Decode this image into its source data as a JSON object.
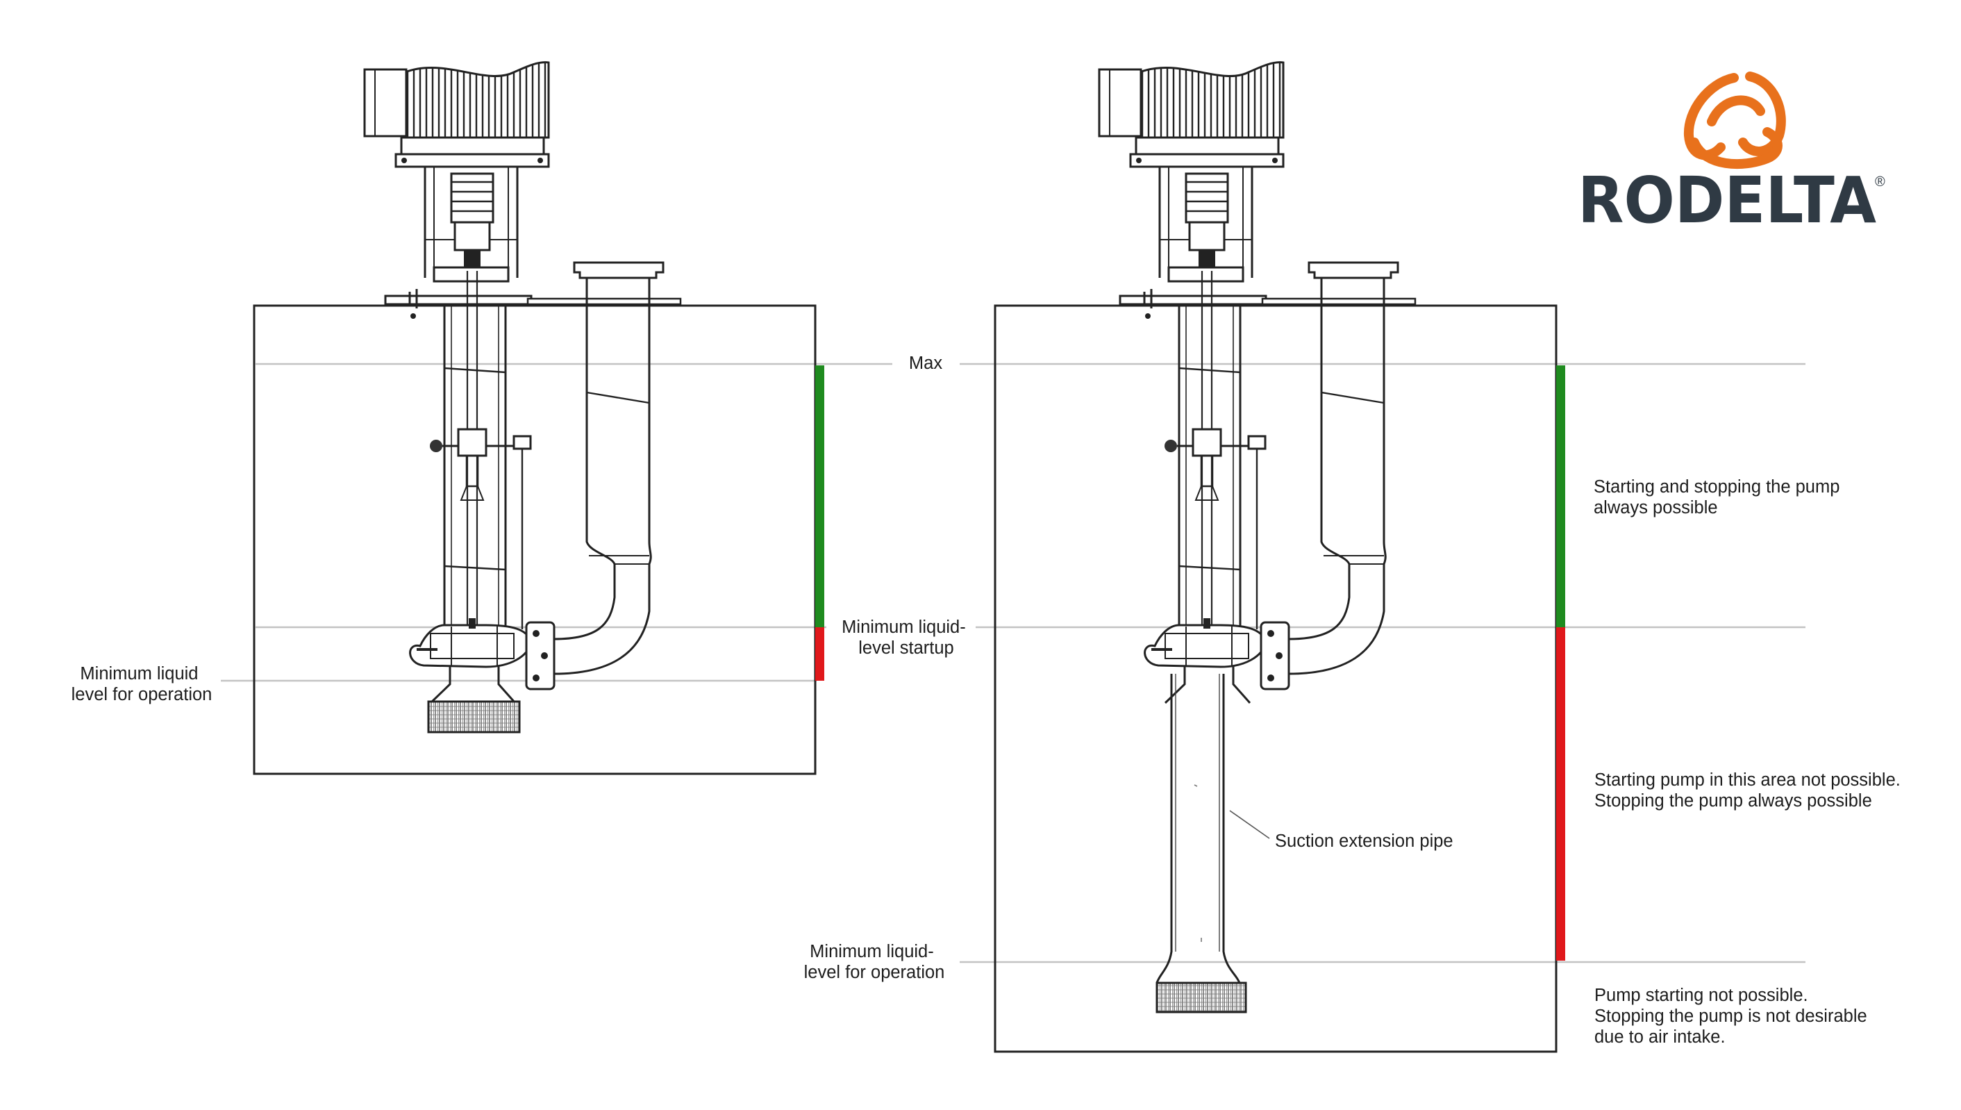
{
  "brand": {
    "name": "RODELTA",
    "registered": "®",
    "logo_color": "#e8711c",
    "text_color": "#2f3a44"
  },
  "colors": {
    "start_possible": "#1f8b1f",
    "start_not_possible": "#e0181b",
    "level_line": "#bfbfbf",
    "drawing": "#222222"
  },
  "labels": {
    "max": "Max",
    "min_startup": [
      "Minimum liquid-",
      "level startup"
    ],
    "min_operation_left": [
      "Minimum liquid",
      "level for operation"
    ],
    "min_operation_right": [
      "Minimum liquid-",
      "level for operation"
    ],
    "suction_pipe": "Suction extension pipe"
  },
  "zones": [
    {
      "text": [
        "Starting and stopping the pump",
        "always possible"
      ]
    },
    {
      "text": [
        "Starting pump in this area not possible.",
        "Stopping the pump always possible"
      ]
    },
    {
      "text": [
        "Pump starting not possible.",
        "Stopping the pump is not desirable",
        "due to air intake."
      ]
    }
  ]
}
